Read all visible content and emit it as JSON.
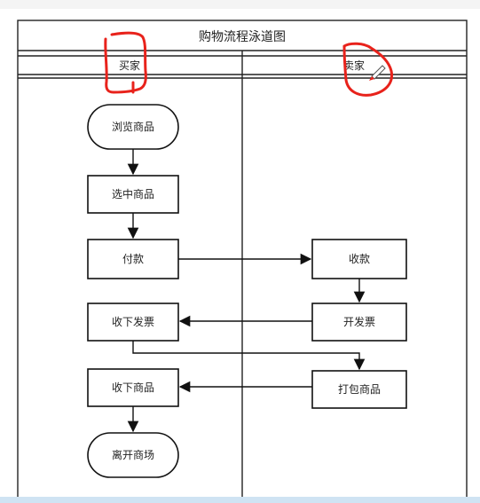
{
  "title": "购物流程泳道图",
  "lanes": [
    {
      "id": "buyer",
      "label": "买家"
    },
    {
      "id": "seller",
      "label": "卖家"
    }
  ],
  "nodes": [
    {
      "id": "browse",
      "lane": "buyer",
      "shape": "rounded",
      "label": "浏览商品"
    },
    {
      "id": "select",
      "lane": "buyer",
      "shape": "rect",
      "label": "选中商品"
    },
    {
      "id": "pay",
      "lane": "buyer",
      "shape": "rect",
      "label": "付款"
    },
    {
      "id": "receive_invoice",
      "lane": "buyer",
      "shape": "rect",
      "label": "收下发票"
    },
    {
      "id": "receive_goods",
      "lane": "buyer",
      "shape": "rect",
      "label": "收下商品"
    },
    {
      "id": "leave",
      "lane": "buyer",
      "shape": "rounded",
      "label": "离开商场"
    },
    {
      "id": "collect",
      "lane": "seller",
      "shape": "rect",
      "label": "收款"
    },
    {
      "id": "issue_invoice",
      "lane": "seller",
      "shape": "rect",
      "label": "开发票"
    },
    {
      "id": "pack",
      "lane": "seller",
      "shape": "rect",
      "label": "打包商品"
    }
  ],
  "edges": [
    {
      "from": "browse",
      "to": "select"
    },
    {
      "from": "select",
      "to": "pay"
    },
    {
      "from": "pay",
      "to": "collect"
    },
    {
      "from": "collect",
      "to": "issue_invoice"
    },
    {
      "from": "issue_invoice",
      "to": "receive_invoice"
    },
    {
      "from": "receive_invoice",
      "to": "pack"
    },
    {
      "from": "pack",
      "to": "receive_goods"
    },
    {
      "from": "receive_goods",
      "to": "leave"
    }
  ],
  "colors": {
    "line": "#111111",
    "annotation": "#e8221b",
    "pencil": "#e8221b"
  },
  "icons": [
    "pencil-icon"
  ]
}
